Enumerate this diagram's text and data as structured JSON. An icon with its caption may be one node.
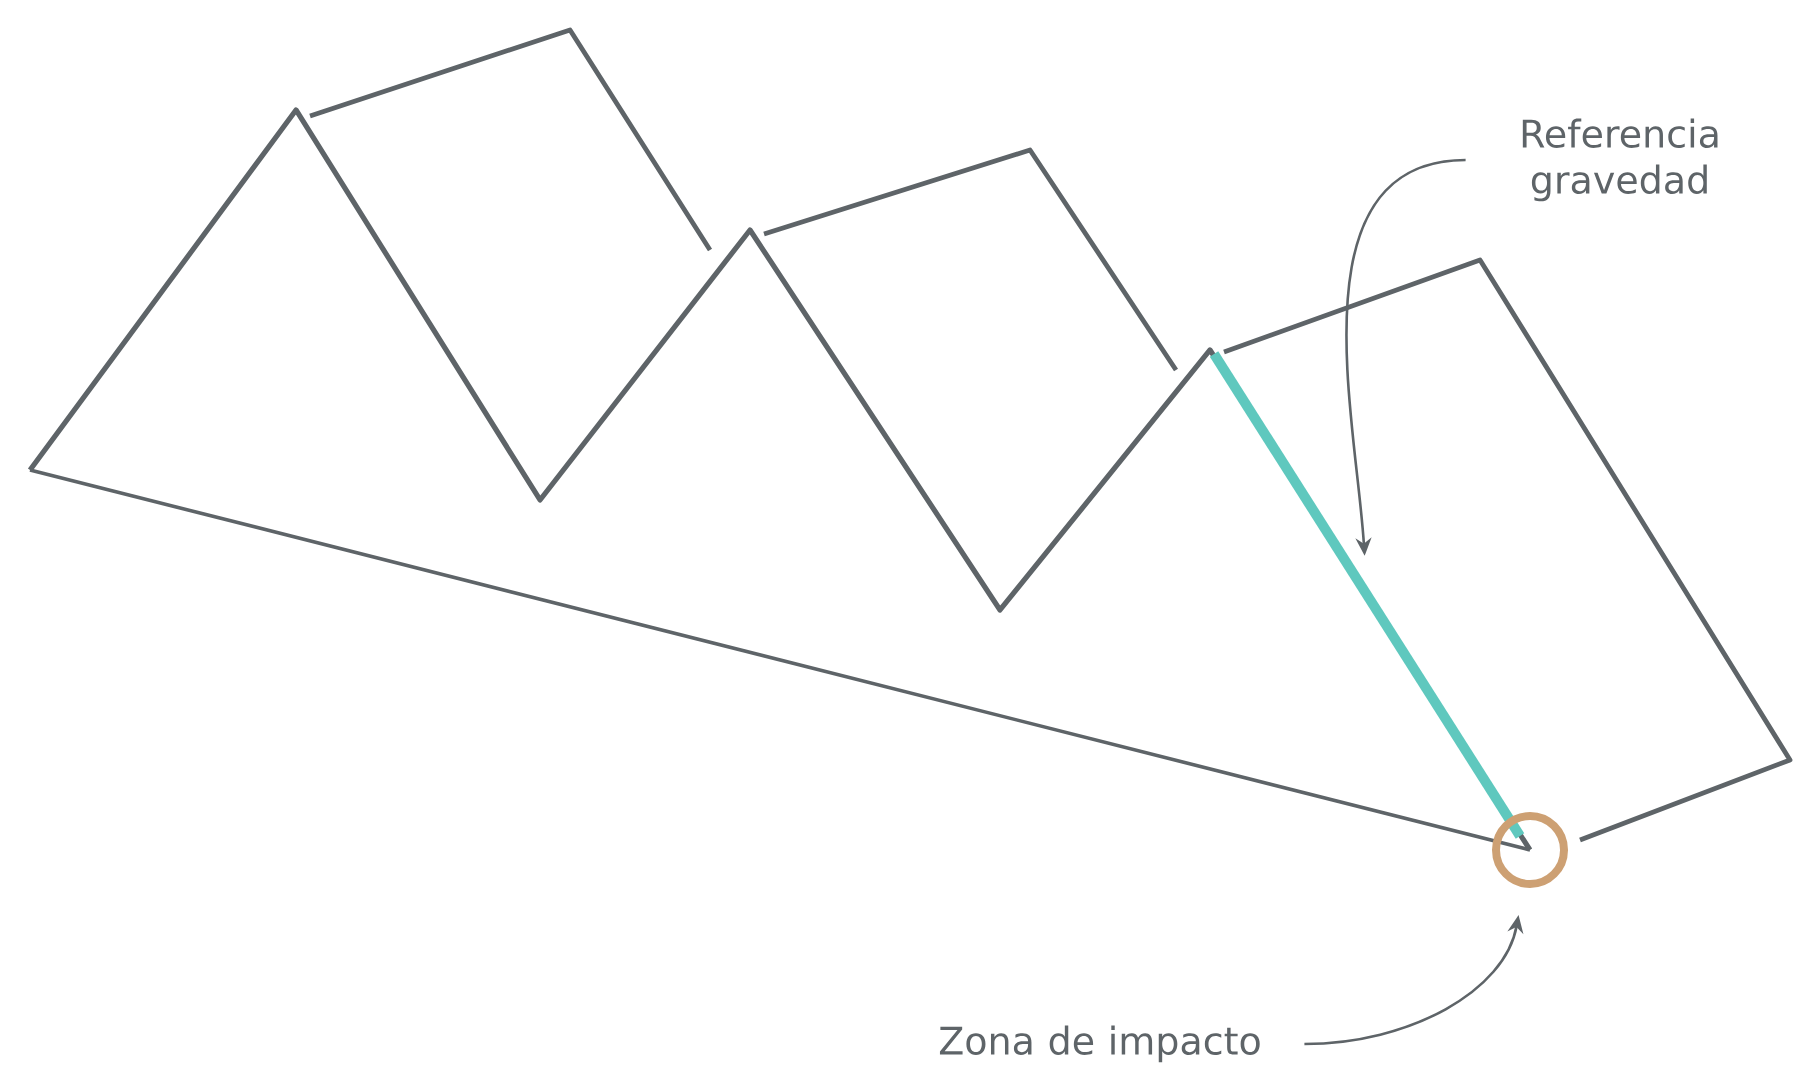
{
  "diagram": {
    "nodes": [
      {
        "text": [
          "Referencia gravedad"
        ]
      },
      {
        "text": [],
        "shape": "line"
      },
      {
        "text": [
          "Zona de impacto"
        ]
      },
      {
        "text": [],
        "shape": "circle"
      }
    ],
    "edges": [
      {
        "from": 0,
        "to": 1,
        "arrow": "to"
      },
      {
        "from": 2,
        "to": 3,
        "arrow": "to"
      }
    ]
  }
}
